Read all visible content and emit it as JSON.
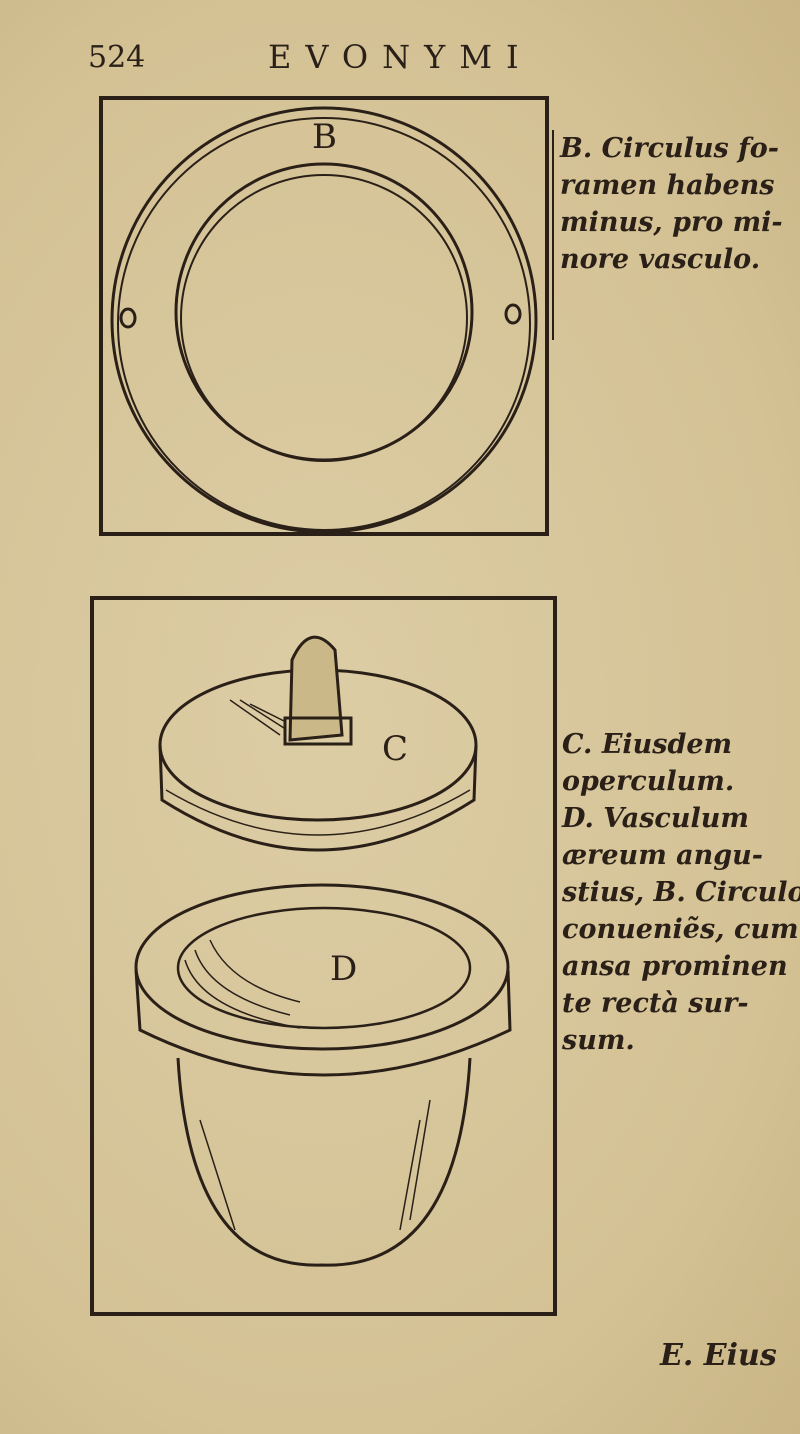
{
  "header": {
    "page_number": "524",
    "running_head": "EVONYMI"
  },
  "figure_labels": {
    "b": "B",
    "c": "C",
    "d": "D"
  },
  "captions": {
    "b": [
      "B. Circulus fo-",
      "ramen habens",
      "minus, pro mi-",
      "nore vasculo."
    ],
    "cd": [
      "C. Eiusdem",
      "operculum.",
      "D. Vasculum",
      "æreum angu-",
      "stius, B. Circulo",
      "conueniẽs, cum",
      "ansa prominen",
      "te rectà sur-",
      "sum."
    ]
  },
  "catchword": "E. Eius"
}
